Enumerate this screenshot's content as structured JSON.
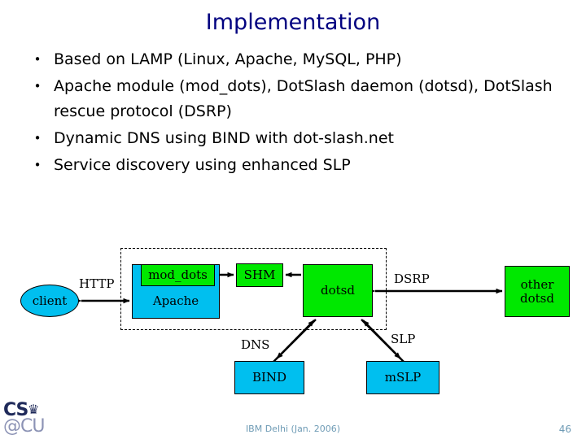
{
  "slide": {
    "title": "Implementation",
    "title_color": "#000080",
    "page_number": "46",
    "footer_center": "IBM Delhi (Jan. 2006)",
    "footer_color": "#6E9BB5",
    "background": "#FFFFFF"
  },
  "logo": {
    "line1": "CS",
    "crown_icon": "crown-icon",
    "crown_glyph": "♛",
    "line2": "@CU"
  },
  "bullets": [
    {
      "marker": "•",
      "text": "Based on LAMP (Linux, Apache, MySQL, PHP)"
    },
    {
      "marker": "•",
      "text": "Apache module (mod_dots), DotSlash daemon (dotsd), DotSlash rescue protocol (DSRP)"
    },
    {
      "marker": "•",
      "text": "Dynamic DNS using BIND with dot-slash.net"
    },
    {
      "marker": "•",
      "text": "Service discovery using enhanced SLP"
    }
  ],
  "diagram": {
    "colors": {
      "cyan": "#00BFEF",
      "green": "#00E800",
      "stroke": "#000000"
    },
    "nodes": {
      "client": "client",
      "apache": "Apache",
      "mod_dots": "mod_dots",
      "shm": "SHM",
      "dotsd": "dotsd",
      "other_dotsd_line1": "other",
      "other_dotsd_line2": "dotsd",
      "bind": "BIND",
      "mslp": "mSLP"
    },
    "edge_labels": {
      "http": "HTTP",
      "dsrp": "DSRP",
      "dns": "DNS",
      "slp": "SLP"
    }
  }
}
